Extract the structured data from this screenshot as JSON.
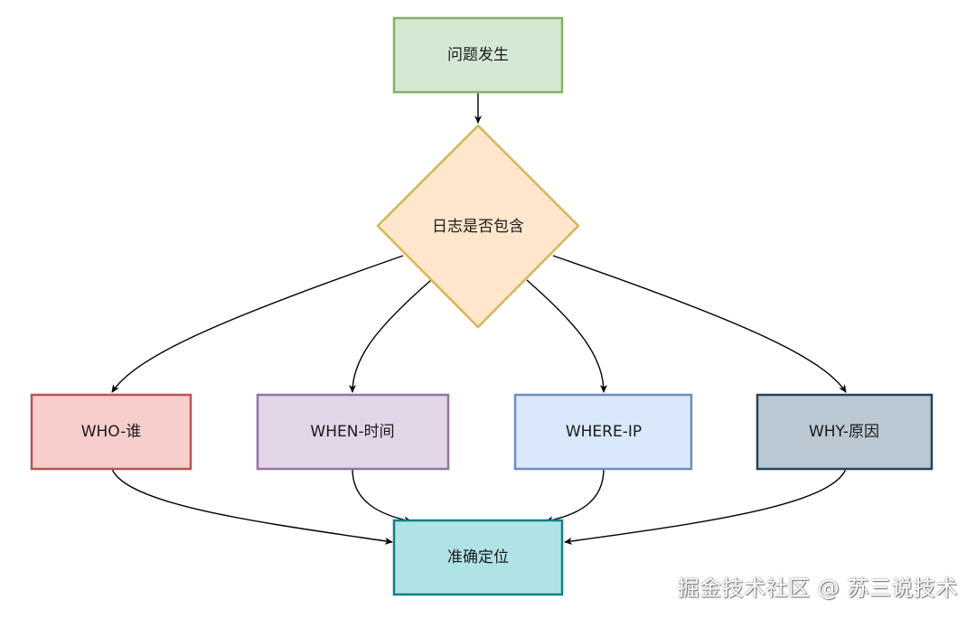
{
  "diagram": {
    "nodes": {
      "start": {
        "label": "问题发生",
        "fill": "#d5e8d4",
        "stroke": "#82b366"
      },
      "decision": {
        "label": "日志是否包含",
        "fill": "#ffe6cc",
        "stroke": "#d6b656"
      },
      "who": {
        "label": "WHO-谁",
        "fill": "#f8cecc",
        "stroke": "#b85450"
      },
      "when": {
        "label": "WHEN-时间",
        "fill": "#e1d5e7",
        "stroke": "#9673a6"
      },
      "where": {
        "label": "WHERE-IP",
        "fill": "#dae8fc",
        "stroke": "#6c8ebf"
      },
      "why": {
        "label": "WHY-原因",
        "fill": "#bac8d3",
        "stroke": "#23445d"
      },
      "result": {
        "label": "准确定位",
        "fill": "#b0e3e6",
        "stroke": "#0e8088"
      }
    },
    "connector_color": "#000000"
  },
  "watermark": "掘金技术社区 @ 苏三说技术"
}
